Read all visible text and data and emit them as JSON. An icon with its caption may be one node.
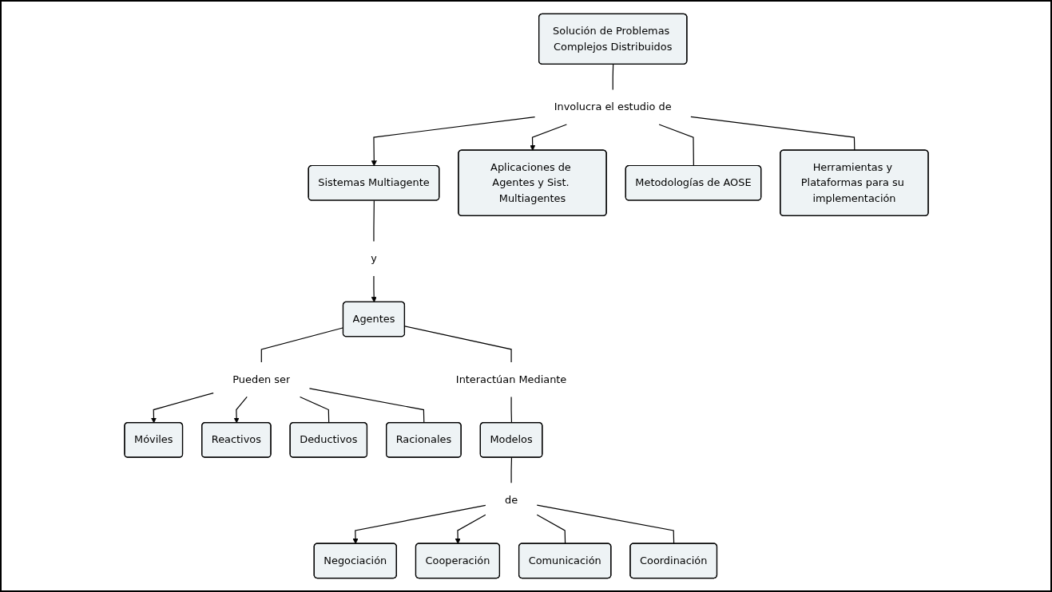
{
  "diagram": {
    "nodes": [
      {
        "text": [
          "Solución de Problemas Complejos Distribuidos"
        ]
      },
      {
        "text": [
          "Involucra el estudio de"
        ]
      },
      {
        "text": [
          "Sistemas Multiagente"
        ]
      },
      {
        "text": [
          "Aplicaciones de Agentes y Sist. Multiagentes"
        ]
      },
      {
        "text": [
          "y"
        ]
      },
      {
        "text": [
          "Metodologías de AOSE"
        ]
      },
      {
        "text": [
          "Herramientas y Plataformas para su implementación"
        ]
      },
      {
        "text": [
          "Agentes"
        ]
      },
      {
        "text": [
          "Pueden ser"
        ]
      },
      {
        "text": [
          "Interactúan Mediante"
        ]
      },
      {
        "text": [
          "Móviles"
        ]
      },
      {
        "text": [
          "Reactivos"
        ]
      },
      {
        "text": [
          "Deductivos"
        ]
      },
      {
        "text": [
          "Racionales"
        ]
      },
      {
        "text": [
          "Modelos"
        ]
      },
      {
        "text": [
          "de"
        ]
      },
      {
        "text": [
          "Negociación"
        ]
      },
      {
        "text": [
          "Cooperación"
        ]
      },
      {
        "text": [
          "Comunicación"
        ]
      },
      {
        "text": [
          "Coordinación"
        ]
      }
    ],
    "edges": [
      {
        "from": 0,
        "to": 1,
        "arrow": "none"
      },
      {
        "from": 1,
        "to": 2,
        "arrow": "to"
      },
      {
        "from": 1,
        "to": 3,
        "arrow": "to"
      },
      {
        "from": 1,
        "to": 5,
        "arrow": "none"
      },
      {
        "from": 1,
        "to": 6,
        "arrow": "none"
      },
      {
        "from": 2,
        "to": 4,
        "arrow": "none"
      },
      {
        "from": 4,
        "to": 7,
        "arrow": "to"
      },
      {
        "from": 7,
        "to": 8,
        "arrow": "none"
      },
      {
        "from": 8,
        "to": 10,
        "arrow": "to"
      },
      {
        "from": 8,
        "to": 11,
        "arrow": "to"
      },
      {
        "from": 8,
        "to": 12,
        "arrow": "none"
      },
      {
        "from": 8,
        "to": 13,
        "arrow": "none"
      },
      {
        "from": 7,
        "to": 9,
        "arrow": "none"
      },
      {
        "from": 9,
        "to": 14,
        "arrow": "none"
      },
      {
        "from": 14,
        "to": 15,
        "arrow": "none"
      },
      {
        "from": 15,
        "to": 16,
        "arrow": "to"
      },
      {
        "from": 15,
        "to": 17,
        "arrow": "to"
      },
      {
        "from": 15,
        "to": 18,
        "arrow": "none"
      },
      {
        "from": 15,
        "to": 19,
        "arrow": "none"
      }
    ]
  }
}
